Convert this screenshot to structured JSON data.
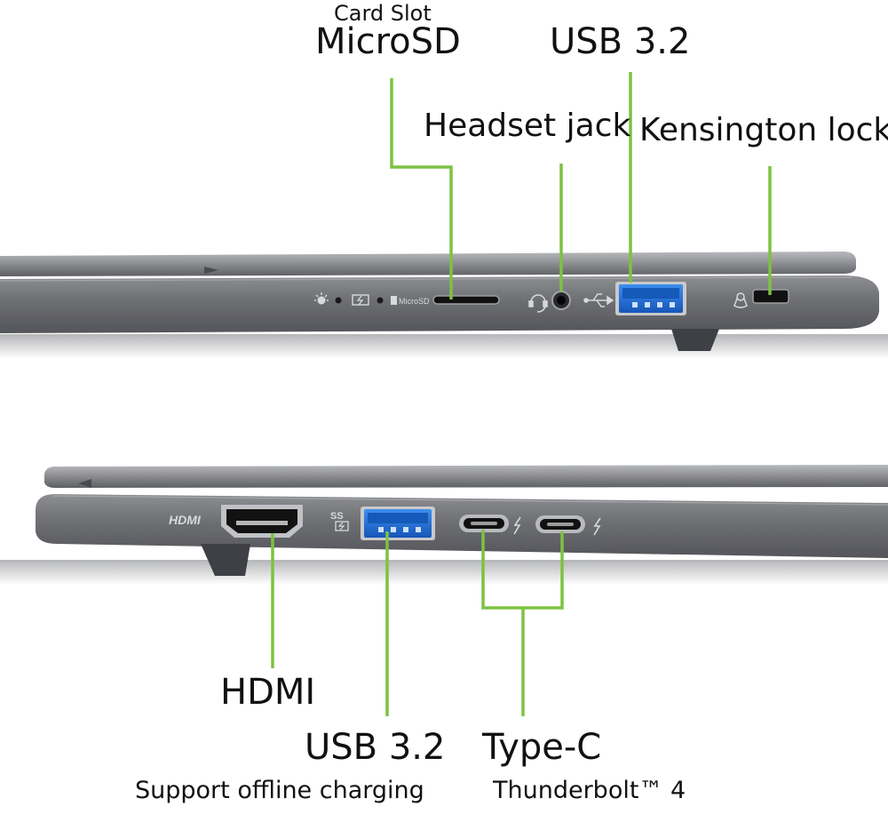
{
  "top_side": {
    "labels": {
      "microsd_caption": "Card Slot",
      "microsd": "MicroSD",
      "usb": "USB 3.2",
      "headset": "Headset jack",
      "kensington": "Kensington lock"
    },
    "port_text": {
      "microsd": "MicroSD"
    }
  },
  "bottom_side": {
    "labels": {
      "hdmi": "HDMI",
      "usb": "USB 3.2",
      "usb_note": "Support offline charging",
      "typec": "Type-C",
      "typec_note": "Thunderbolt™ 4"
    },
    "port_text": {
      "hdmi": "HDMI",
      "usb_ss": "SS"
    }
  },
  "colors": {
    "leader_line": "#7dc242",
    "chassis": "#6b6c70",
    "port_blue": "#1f6fd6"
  }
}
